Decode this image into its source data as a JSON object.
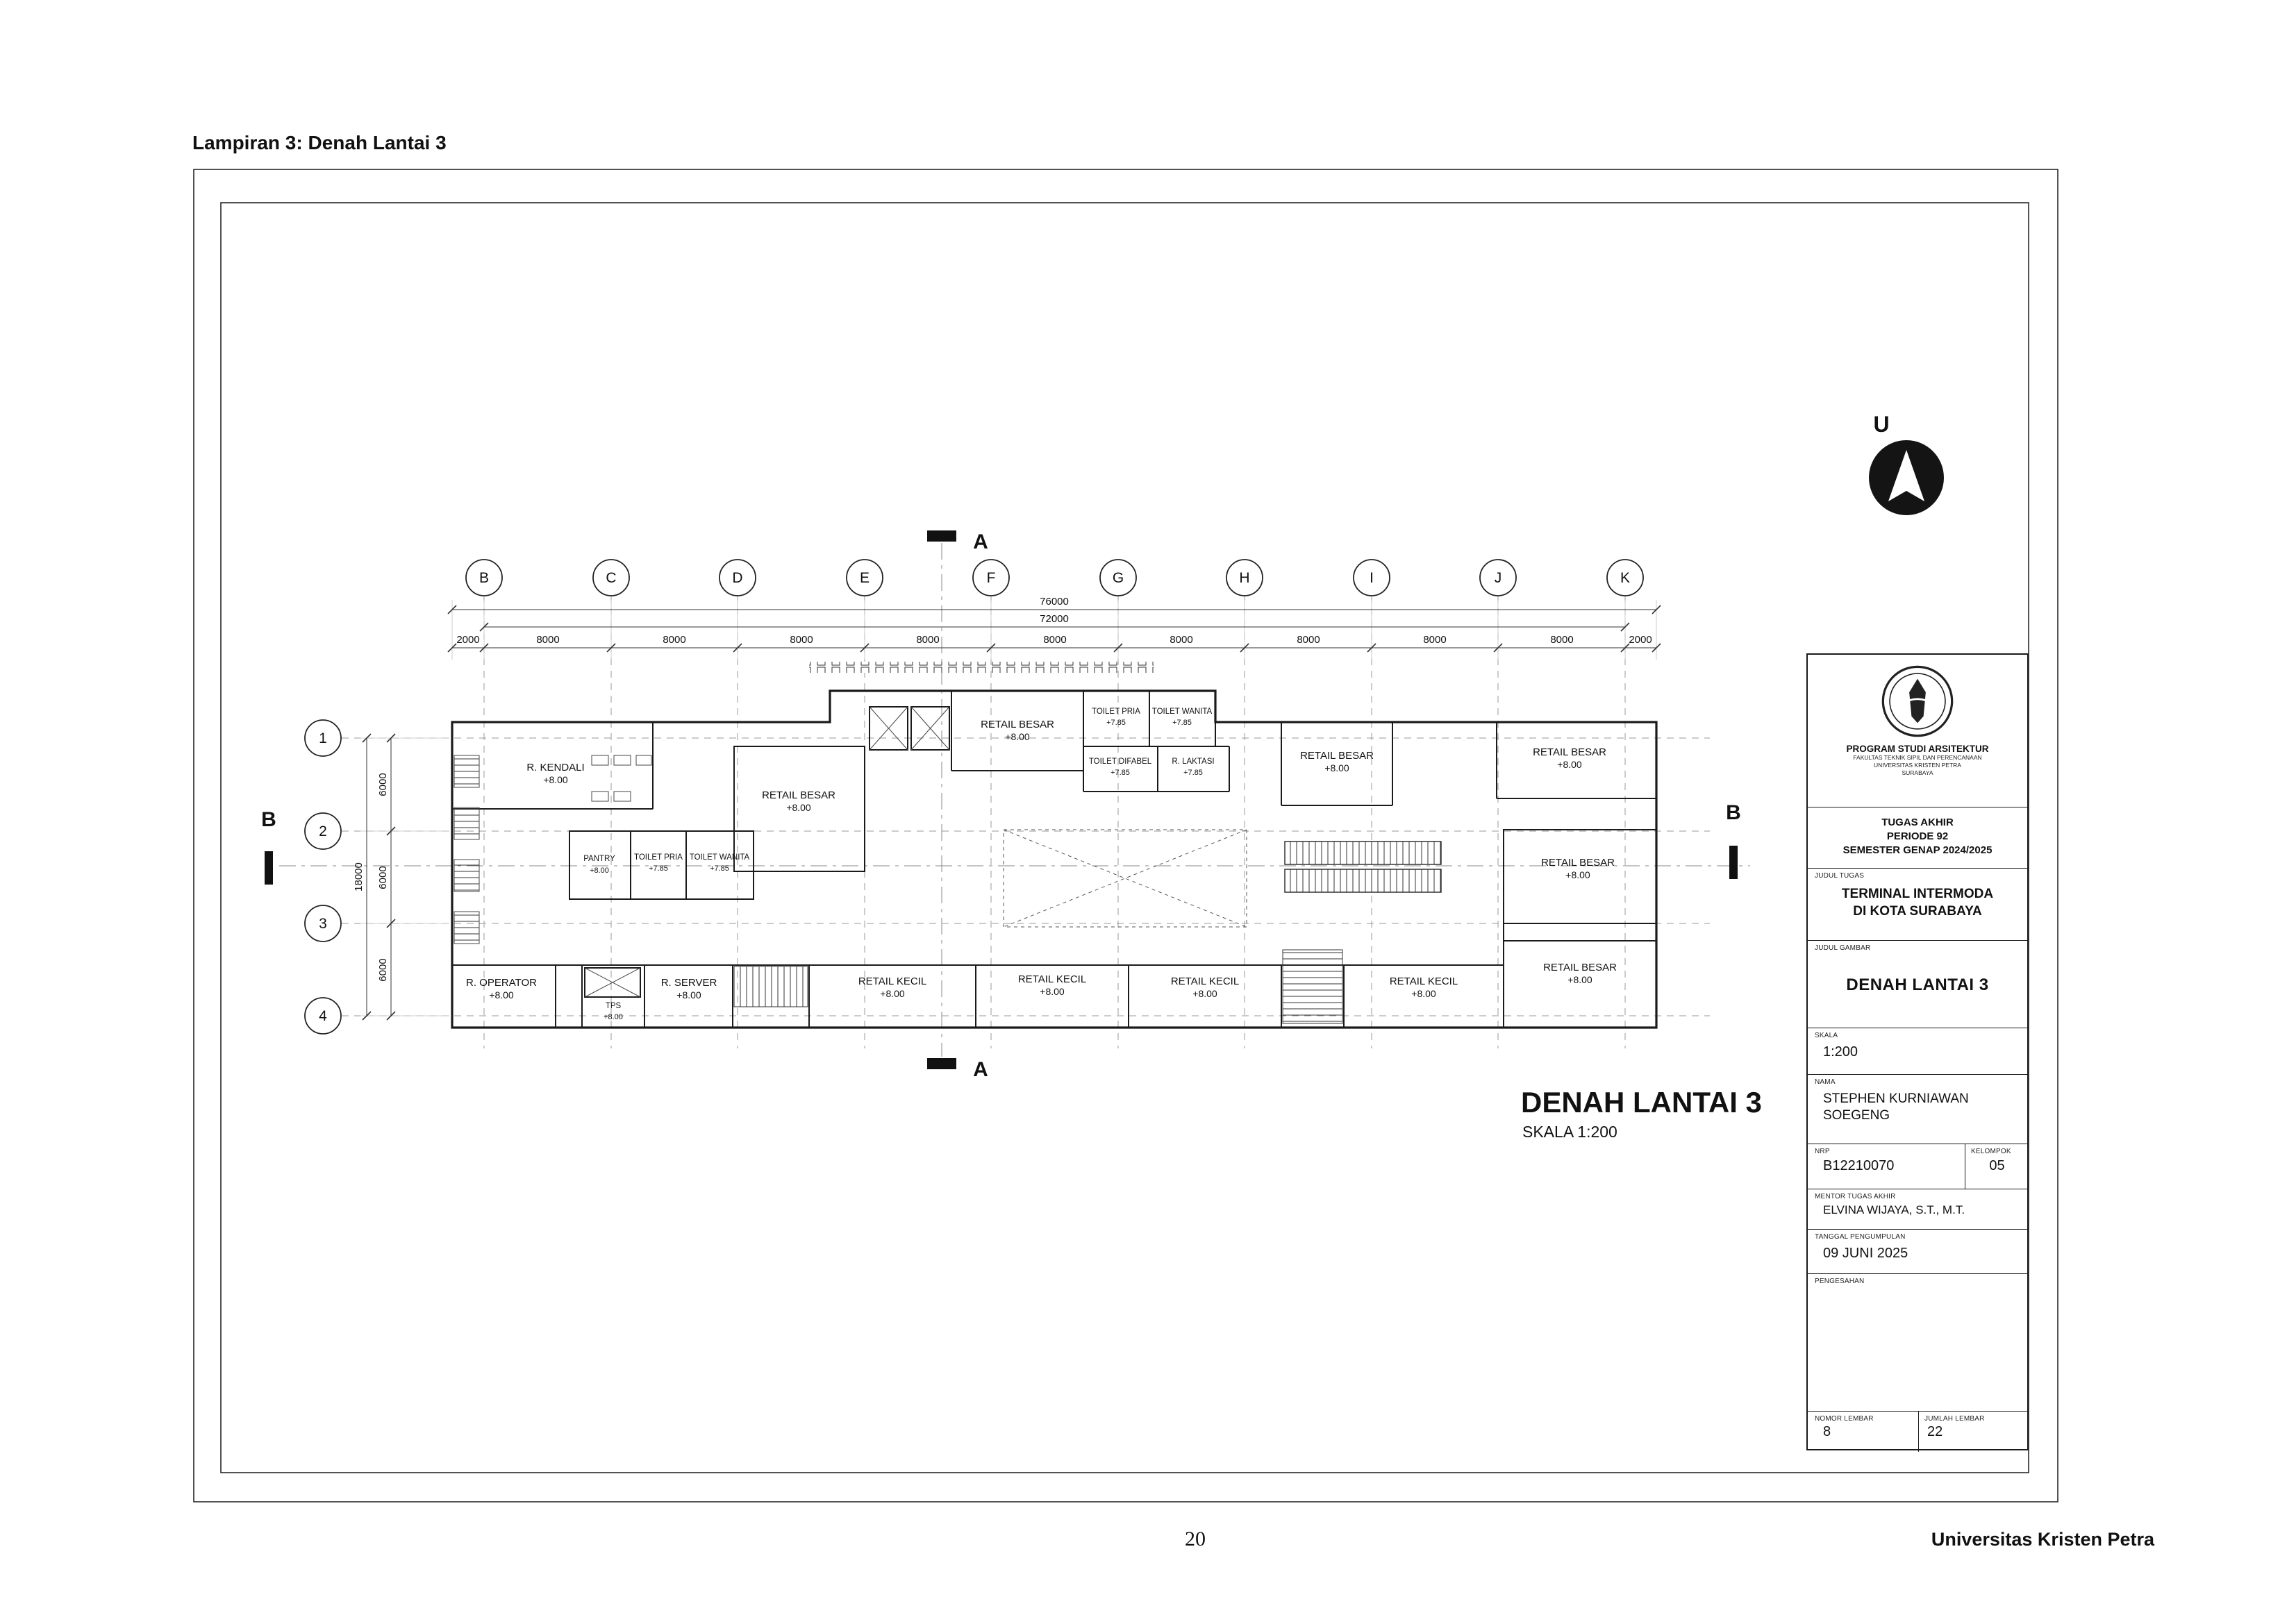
{
  "page": {
    "heading": "Lampiran 3: Denah Lantai 3",
    "page_number": "20",
    "footer_right": "Universitas Kristen Petra"
  },
  "plan": {
    "title": "DENAH LANTAI 3",
    "scale_caption": "SKALA 1:200",
    "north_label": "U",
    "grid_columns": [
      "B",
      "C",
      "D",
      "E",
      "F",
      "G",
      "H",
      "I",
      "J",
      "K"
    ],
    "grid_rows": [
      "1",
      "2",
      "3",
      "4"
    ],
    "dims_top": {
      "total": "76000",
      "inner": "72000",
      "segments": [
        "2000",
        "8000",
        "8000",
        "8000",
        "8000",
        "8000",
        "8000",
        "8000",
        "8000",
        "8000",
        "2000"
      ]
    },
    "dims_left": {
      "total": "18000",
      "segments": [
        "6000",
        "6000",
        "6000"
      ]
    },
    "section_markers": {
      "a": "A",
      "b": "B"
    },
    "rooms": [
      {
        "name": "R. KENDALI",
        "level": "+8.00"
      },
      {
        "name": "RETAIL BESAR",
        "level": "+8.00"
      },
      {
        "name": "RETAIL BESAR",
        "level": "+8.00"
      },
      {
        "name": "TOILET PRIA",
        "level": "+7.85"
      },
      {
        "name": "TOILET WANITA",
        "level": "+7.85"
      },
      {
        "name": "TOILET DIFABEL",
        "level": "+7.85"
      },
      {
        "name": "R. LAKTASI",
        "level": "+7.85"
      },
      {
        "name": "RETAIL BESAR",
        "level": "+8.00"
      },
      {
        "name": "RETAIL BESAR",
        "level": "+8.00"
      },
      {
        "name": "PANTRY",
        "level": "+8.00"
      },
      {
        "name": "TOILET PRIA",
        "level": "+7.85"
      },
      {
        "name": "TOILET WANITA",
        "level": "+7.85"
      },
      {
        "name": "RETAIL BESAR",
        "level": "+8.00"
      },
      {
        "name": "R. OPERATOR",
        "level": "+8.00"
      },
      {
        "name": "TPS",
        "level": "+8.00"
      },
      {
        "name": "R. SERVER",
        "level": "+8.00"
      },
      {
        "name": "RETAIL KECIL",
        "level": "+8.00"
      },
      {
        "name": "RETAIL KECIL",
        "level": "+8.00"
      },
      {
        "name": "RETAIL KECIL",
        "level": "+8.00"
      },
      {
        "name": "RETAIL KECIL",
        "level": "+8.00"
      },
      {
        "name": "RETAIL BESAR",
        "level": "+8.00"
      }
    ]
  },
  "titleblock": {
    "program": "PROGRAM STUDI ARSITEKTUR",
    "faculty": "FAKULTAS TEKNIK SIPIL DAN PERENCANAAN",
    "university": "UNIVERSITAS KRISTEN PETRA",
    "city": "SURABAYA",
    "assignment": "TUGAS AKHIR",
    "period": "PERIODE 92",
    "semester": "SEMESTER GENAP 2024/2025",
    "judul_tugas_label": "JUDUL TUGAS",
    "judul_tugas_1": "TERMINAL INTERMODA",
    "judul_tugas_2": "DI KOTA SURABAYA",
    "judul_gambar_label": "JUDUL GAMBAR",
    "judul_gambar": "DENAH LANTAI 3",
    "skala_label": "SKALA",
    "skala": "1:200",
    "nama_label": "NAMA",
    "nama_1": "STEPHEN KURNIAWAN",
    "nama_2": "SOEGENG",
    "nrp_label": "NRP",
    "nrp": "B12210070",
    "kelompok_label": "KELOMPOK",
    "kelompok": "05",
    "mentor_label": "MENTOR TUGAS AKHIR",
    "mentor": "ELVINA WIJAYA, S.T., M.T.",
    "tanggal_label": "TANGGAL PENGUMPULAN",
    "tanggal": "09 JUNI 2025",
    "pengesahan_label": "PENGESAHAN",
    "nomor_label": "NOMOR LEMBAR",
    "nomor": "8",
    "jumlah_label": "JUMLAH LEMBAR",
    "jumlah": "22"
  }
}
